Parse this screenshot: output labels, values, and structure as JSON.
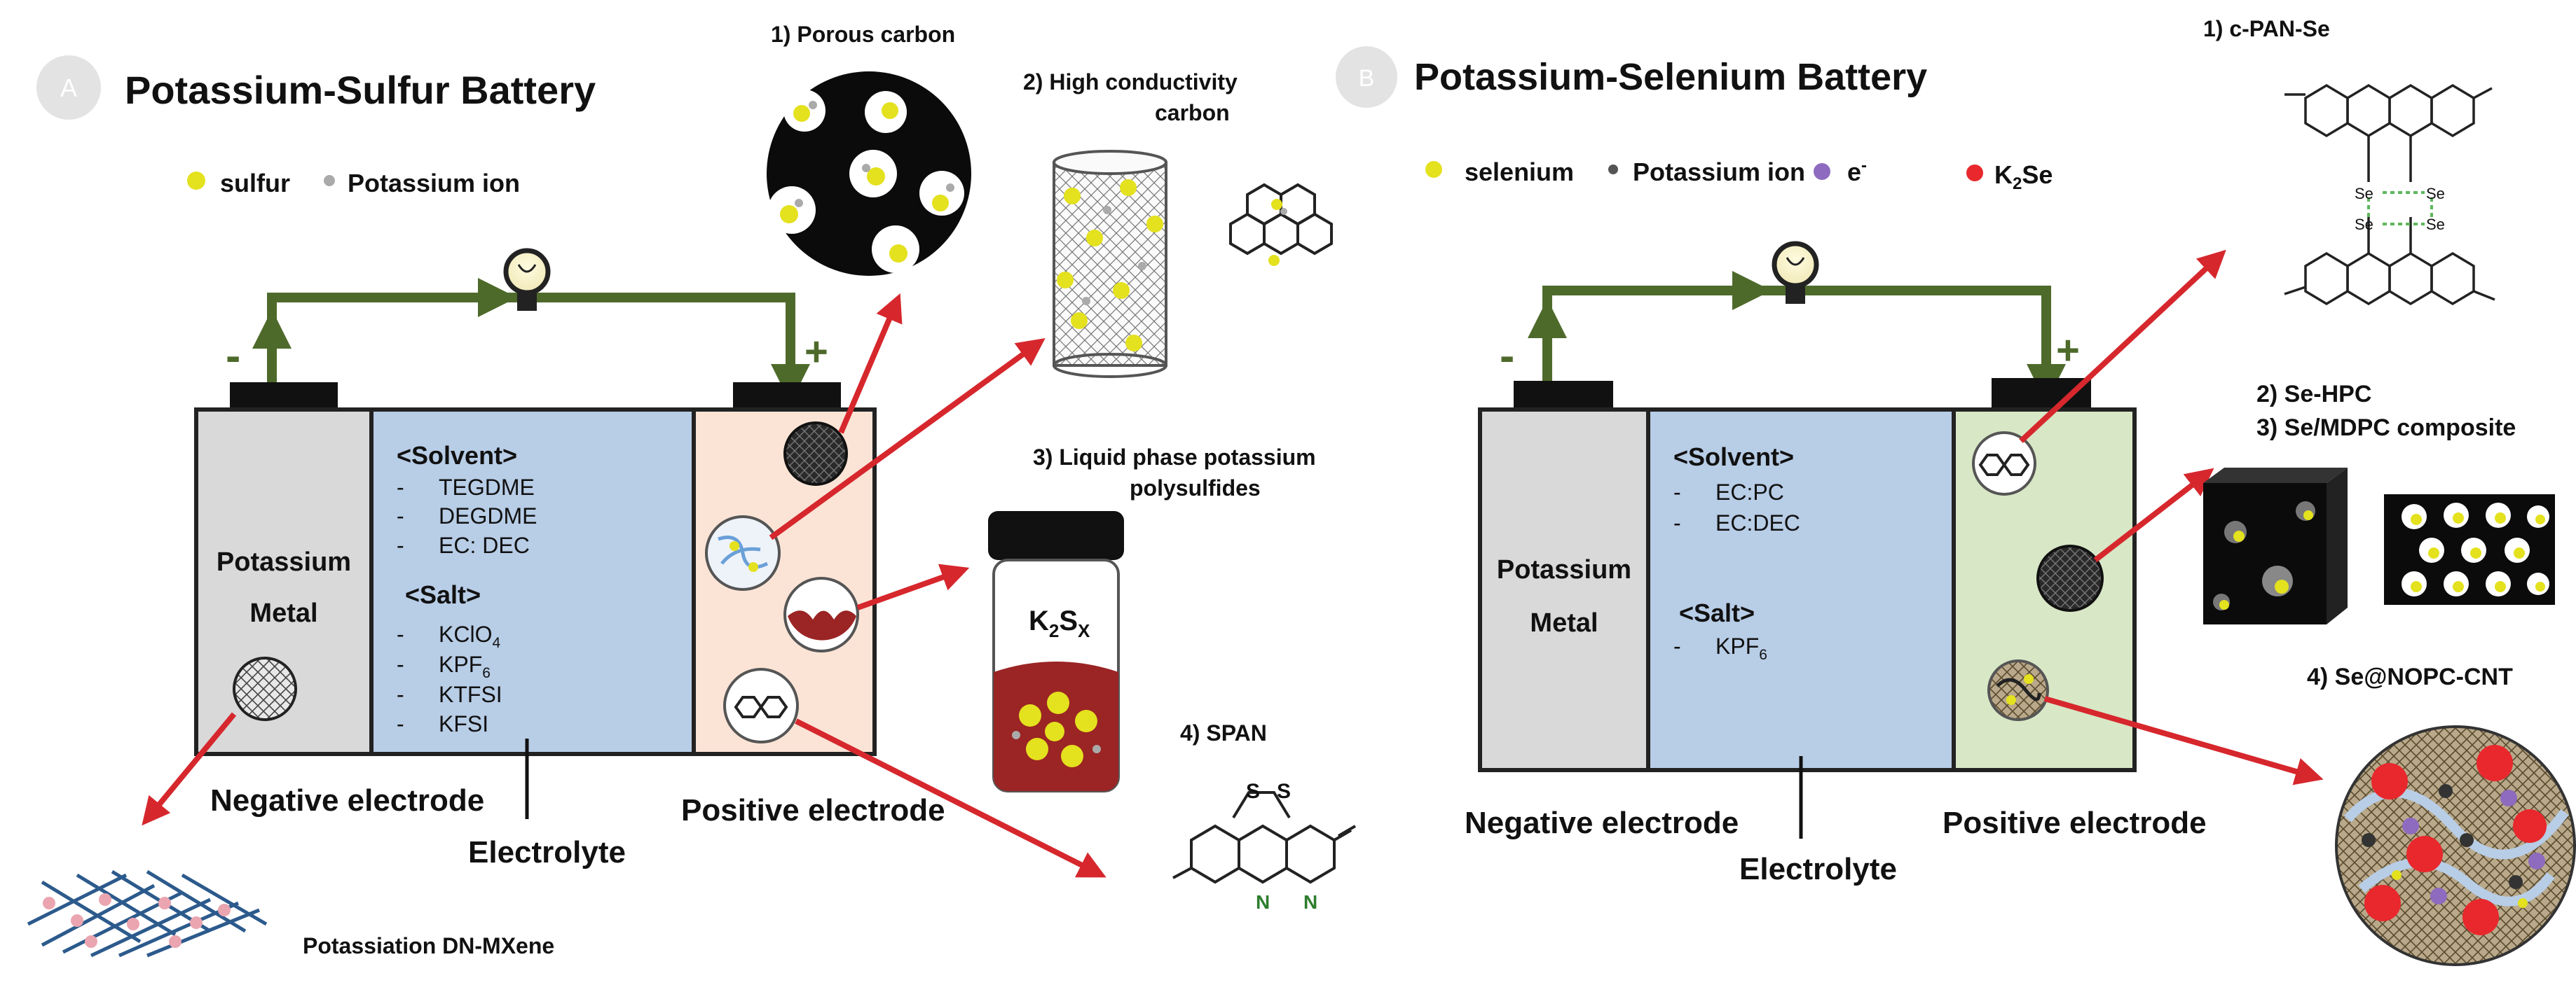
{
  "panel_a": {
    "badge": "A",
    "title": "Potassium-Sulfur Battery",
    "legend_sulfur": "sulfur",
    "legend_k": "Potassium ion",
    "minus": "-",
    "plus": "+",
    "anode_line1": "Potassium",
    "anode_line2": "Metal",
    "solvent_header": "<Solvent>",
    "solvents": [
      "TEGDME",
      "DEGDME",
      "EC: DEC"
    ],
    "salt_header": "<Salt>",
    "salts": [
      "KClO",
      "KPF",
      "KTFSI",
      "KFSI"
    ],
    "salt_subs": [
      "4",
      "6"
    ],
    "negative_label": "Negative electrode",
    "electrolyte_label": "Electrolyte",
    "positive_label": "Positive electrode",
    "mxene_label": "Potassiation DN-MXene",
    "item1": "1) Porous carbon",
    "item2_line1": "2) High conductivity",
    "item2_line2": "carbon",
    "item3_line1": "3) Liquid phase potassium",
    "item3_line2": "polysulfides",
    "vial_main": "K",
    "vial_sub1": "2",
    "vial_s": "S",
    "vial_sub2": "X",
    "item4": "4) SPAN",
    "span_s1": "S",
    "span_s2": "S",
    "span_n1": "N",
    "span_n2": "N"
  },
  "panel_b": {
    "badge": "B",
    "title": "Potassium-Selenium Battery",
    "legend_se": "selenium",
    "legend_k": "Potassium ion",
    "legend_e": "e",
    "legend_e_sup": "-",
    "legend_k2se_k": "K",
    "legend_k2se_sub": "2",
    "legend_k2se_se": "Se",
    "minus": "-",
    "plus": "+",
    "anode_line1": "Potassium",
    "anode_line2": "Metal",
    "solvent_header": "<Solvent>",
    "solvents": [
      "EC:PC",
      "EC:DEC"
    ],
    "salt_header": "<Salt>",
    "salts": [
      "KPF"
    ],
    "salt_sub": "6",
    "negative_label": "Negative electrode",
    "electrolyte_label": "Electrolyte",
    "positive_label": "Positive electrode",
    "item1": "1) c-PAN-Se",
    "item2": "2) Se-HPC",
    "item3": "3) Se/MDPC composite",
    "item4": "4) Se@NOPC-CNT",
    "se_labels": [
      "Se",
      "Se",
      "Se",
      "Se"
    ]
  },
  "colors": {
    "wire": "#4e6a2b",
    "arrow": "#d6272d",
    "electrolyte": "#b8cde6",
    "anode": "#d9d9d9",
    "cathode_a": "#fbe4d6",
    "cathode_b": "#d8e7c6",
    "sulfur": "#e4e11e",
    "liquid": "#9b2424"
  }
}
